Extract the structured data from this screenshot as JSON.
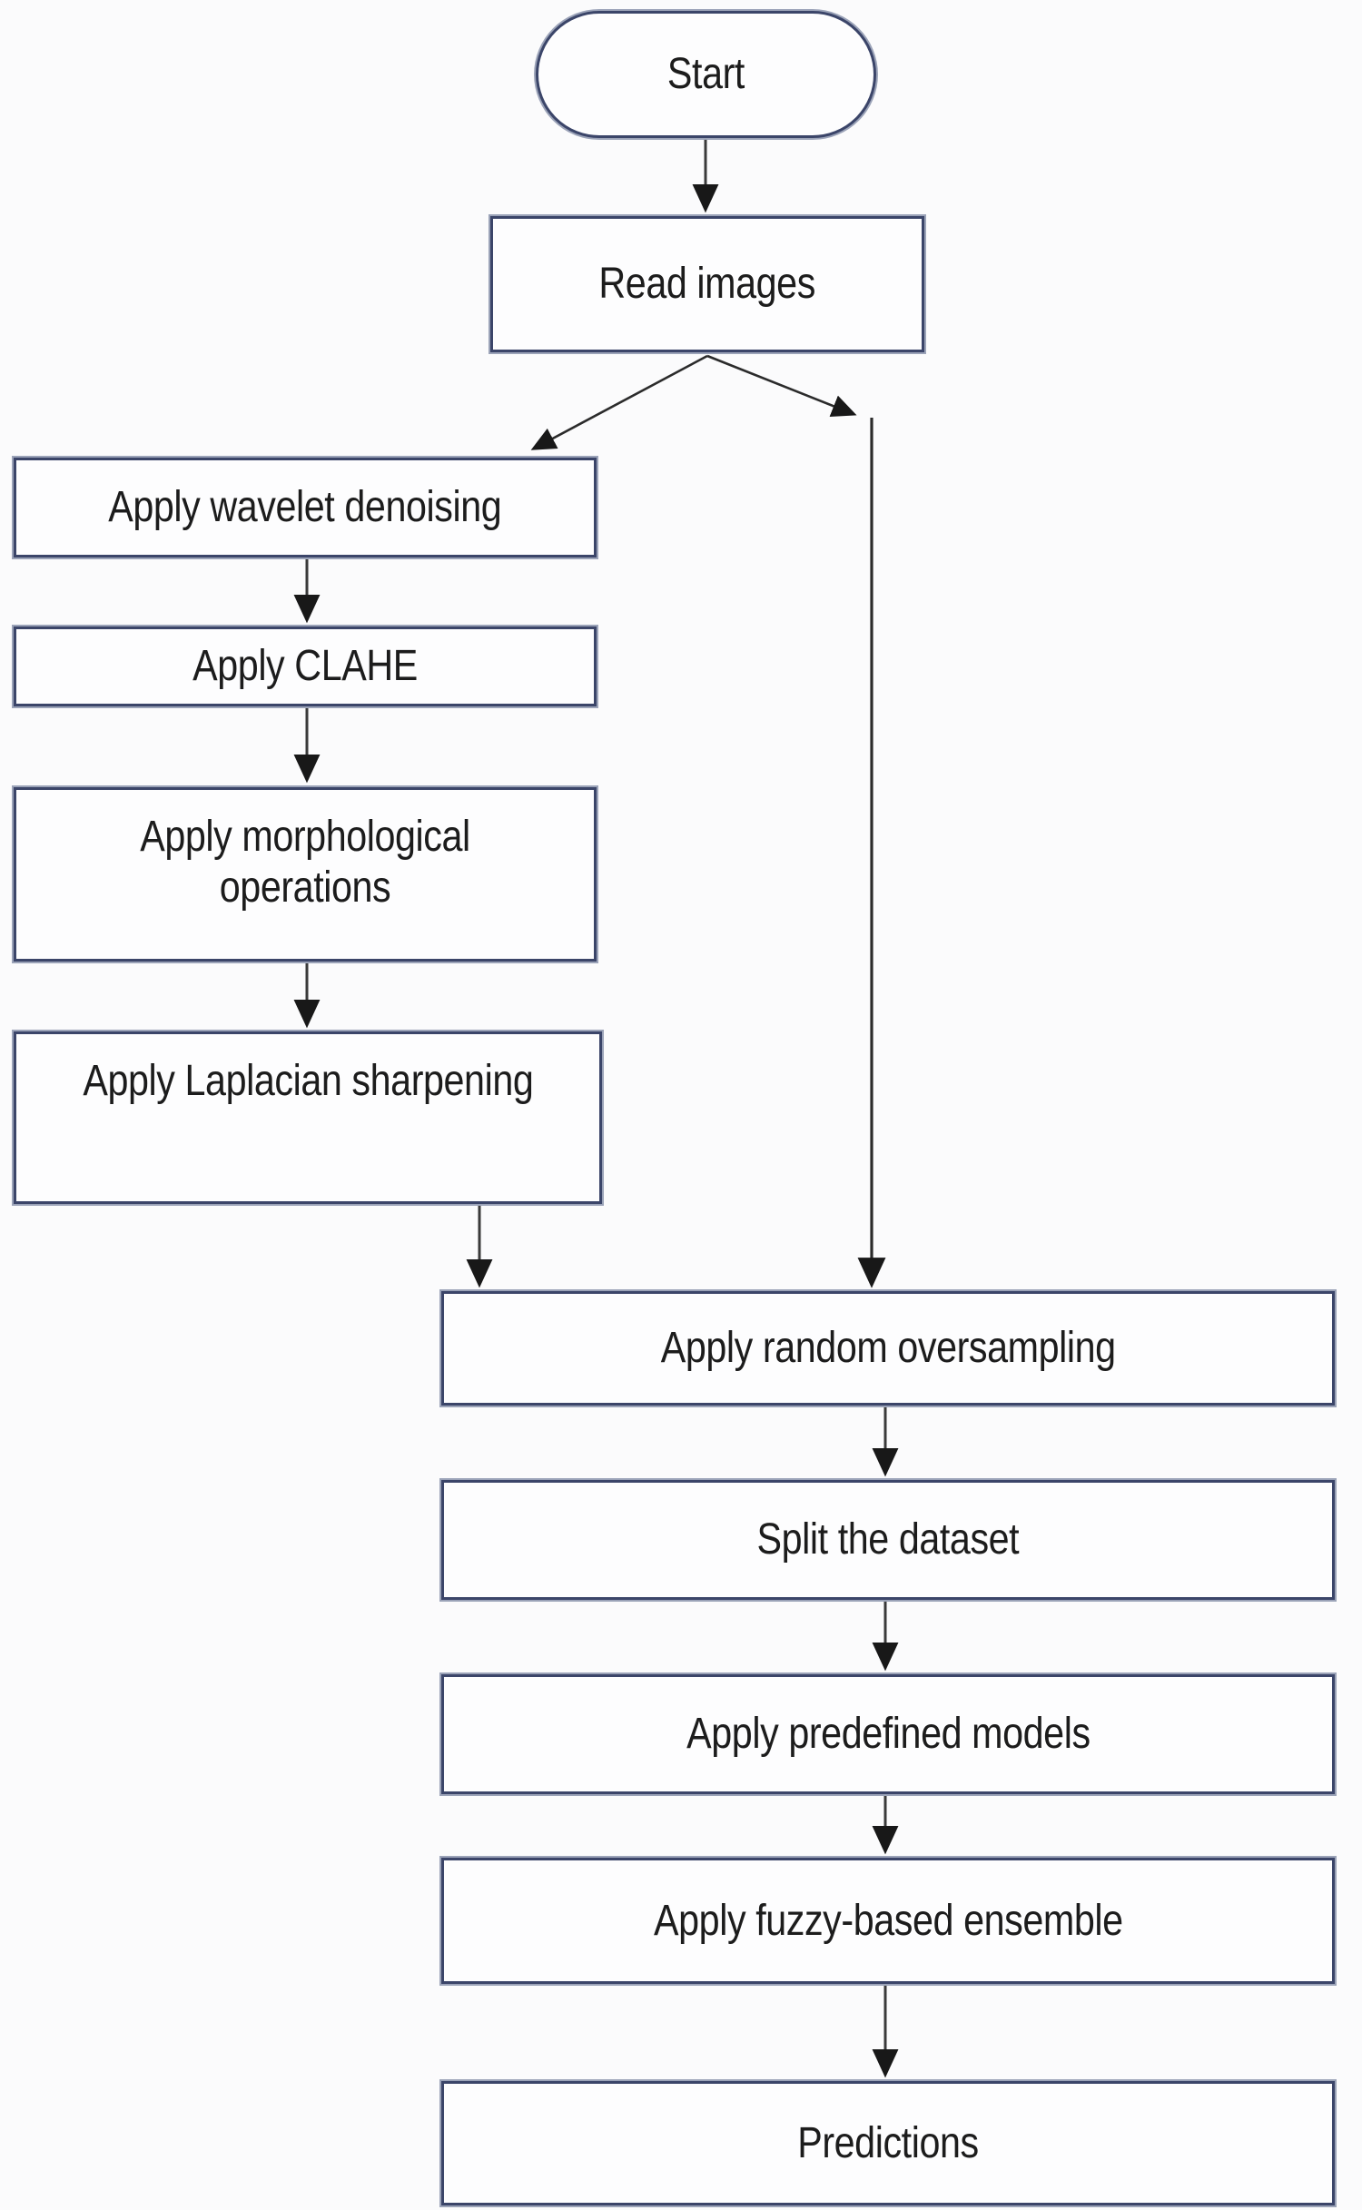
{
  "diagram": {
    "nodes": {
      "start": {
        "label": "Start",
        "shape": "terminator"
      },
      "read_images": {
        "label": "Read images",
        "shape": "process"
      },
      "wavelet": {
        "label": "Apply wavelet denoising",
        "shape": "process"
      },
      "clahe": {
        "label": "Apply CLAHE",
        "shape": "process"
      },
      "morphological": {
        "label": "Apply morphological operations",
        "shape": "process"
      },
      "laplacian": {
        "label": "Apply Laplacian sharpening",
        "shape": "process"
      },
      "oversampling": {
        "label": "Apply random oversampling",
        "shape": "process"
      },
      "split": {
        "label": "Split the dataset",
        "shape": "process"
      },
      "predefined": {
        "label": "Apply predefined models",
        "shape": "process"
      },
      "fuzzy": {
        "label": "Apply fuzzy-based ensemble",
        "shape": "process"
      },
      "predictions": {
        "label": "Predictions",
        "shape": "process"
      }
    },
    "edges": [
      {
        "from": "start",
        "to": "read_images"
      },
      {
        "from": "read_images",
        "to": "wavelet"
      },
      {
        "from": "read_images",
        "to": "oversampling"
      },
      {
        "from": "wavelet",
        "to": "clahe"
      },
      {
        "from": "clahe",
        "to": "morphological"
      },
      {
        "from": "morphological",
        "to": "laplacian"
      },
      {
        "from": "laplacian",
        "to": "oversampling"
      },
      {
        "from": "oversampling",
        "to": "split"
      },
      {
        "from": "split",
        "to": "predefined"
      },
      {
        "from": "predefined",
        "to": "fuzzy"
      },
      {
        "from": "fuzzy",
        "to": "predictions"
      }
    ],
    "colors": {
      "node_border": "#3b4569",
      "node_border_halo": "#9ba3b8",
      "node_fill": "#fdfdfe",
      "arrow_head": "#1a1a1a",
      "arrow_stem": "#3a3a3a",
      "text": "#1c1c1c",
      "background": "#fbfbfc"
    }
  }
}
